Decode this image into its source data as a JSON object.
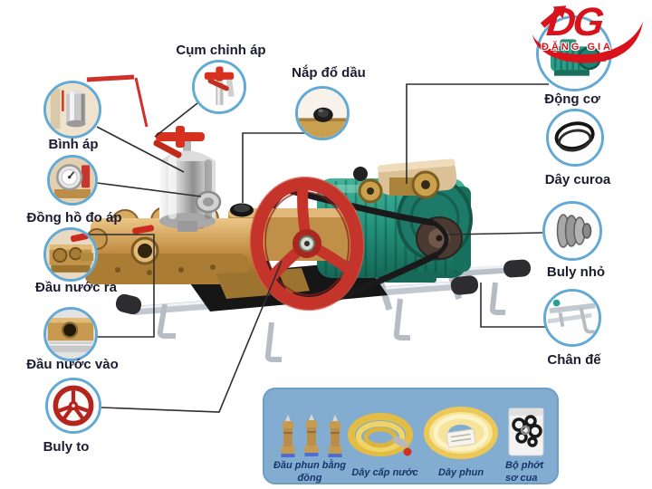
{
  "logo": {
    "abbr": "DG",
    "name": "ĐẶNG GIA"
  },
  "callouts": [
    {
      "id": "cum-chinh-ap",
      "label": "Cụm chỉnh áp"
    },
    {
      "id": "nap-do-dau",
      "label": "Nắp đổ dầu"
    },
    {
      "id": "dong-co",
      "label": "Động cơ"
    },
    {
      "id": "day-curoa",
      "label": "Dây curoa"
    },
    {
      "id": "buly-nho",
      "label": "Buly nhỏ"
    },
    {
      "id": "chan-de",
      "label": "Chân đế"
    },
    {
      "id": "binh-ap",
      "label": "Bình áp"
    },
    {
      "id": "dong-ho-do-ap",
      "label": "Đồng hồ đo áp"
    },
    {
      "id": "dau-nuoc-ra",
      "label": "Đầu nước ra"
    },
    {
      "id": "dau-nuoc-vao",
      "label": "Đầu nước vào"
    },
    {
      "id": "buly-to",
      "label": "Buly to"
    }
  ],
  "accessories": {
    "items": [
      {
        "label": "Đầu phun bằng đồng"
      },
      {
        "label": "Dây cấp nước"
      },
      {
        "label": "Dây phun"
      },
      {
        "label": "Bộ phớt sơ cua"
      }
    ]
  },
  "colors": {
    "callout_ring": "#63a9d6",
    "label_text": "#1c1c30",
    "logo_red": "#d8131c",
    "panel_blue": "#82add0",
    "panel_label": "#17356b",
    "flywheel_red": "#c5342a",
    "motor_teal": "#2aa08a",
    "brass": "#c09048"
  }
}
